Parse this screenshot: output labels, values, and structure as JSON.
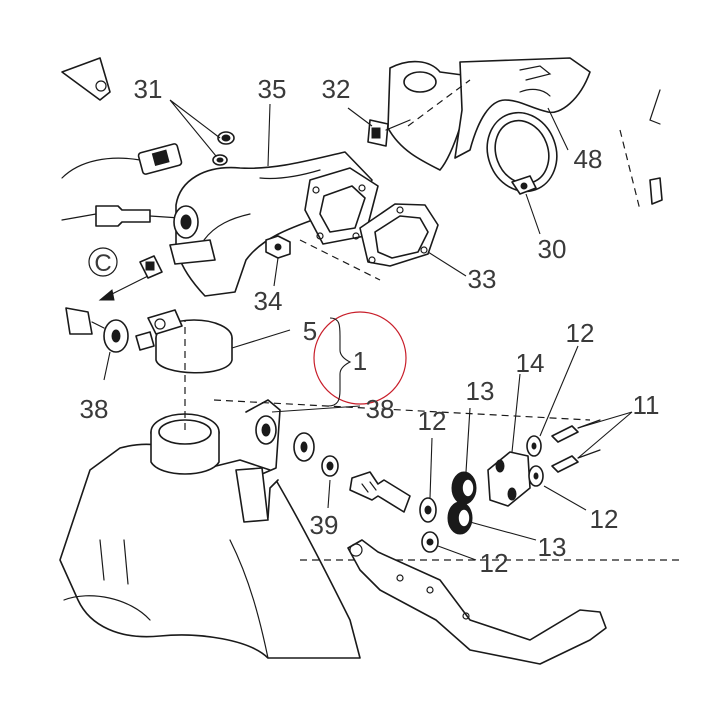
{
  "diagram": {
    "callout_letter": "C",
    "parts": [
      {
        "id": "p31",
        "text": "31"
      },
      {
        "id": "p35",
        "text": "35"
      },
      {
        "id": "p32",
        "text": "32"
      },
      {
        "id": "p48",
        "text": "48"
      },
      {
        "id": "p30",
        "text": "30"
      },
      {
        "id": "p33",
        "text": "33"
      },
      {
        "id": "p34",
        "text": "34"
      },
      {
        "id": "p5",
        "text": "5"
      },
      {
        "id": "p1",
        "text": "1"
      },
      {
        "id": "p38a",
        "text": "38"
      },
      {
        "id": "p38b",
        "text": "38"
      },
      {
        "id": "p12a",
        "text": "12"
      },
      {
        "id": "p13a",
        "text": "13"
      },
      {
        "id": "p14",
        "text": "14"
      },
      {
        "id": "p12b",
        "text": "12"
      },
      {
        "id": "p11",
        "text": "11"
      },
      {
        "id": "p39",
        "text": "39"
      },
      {
        "id": "p12c",
        "text": "12"
      },
      {
        "id": "p13b",
        "text": "13"
      },
      {
        "id": "p12d",
        "text": "12"
      }
    ],
    "colors": {
      "ink": "#1a1a1a",
      "label": "#3a3a3a",
      "highlight": "#c81e2a"
    }
  }
}
